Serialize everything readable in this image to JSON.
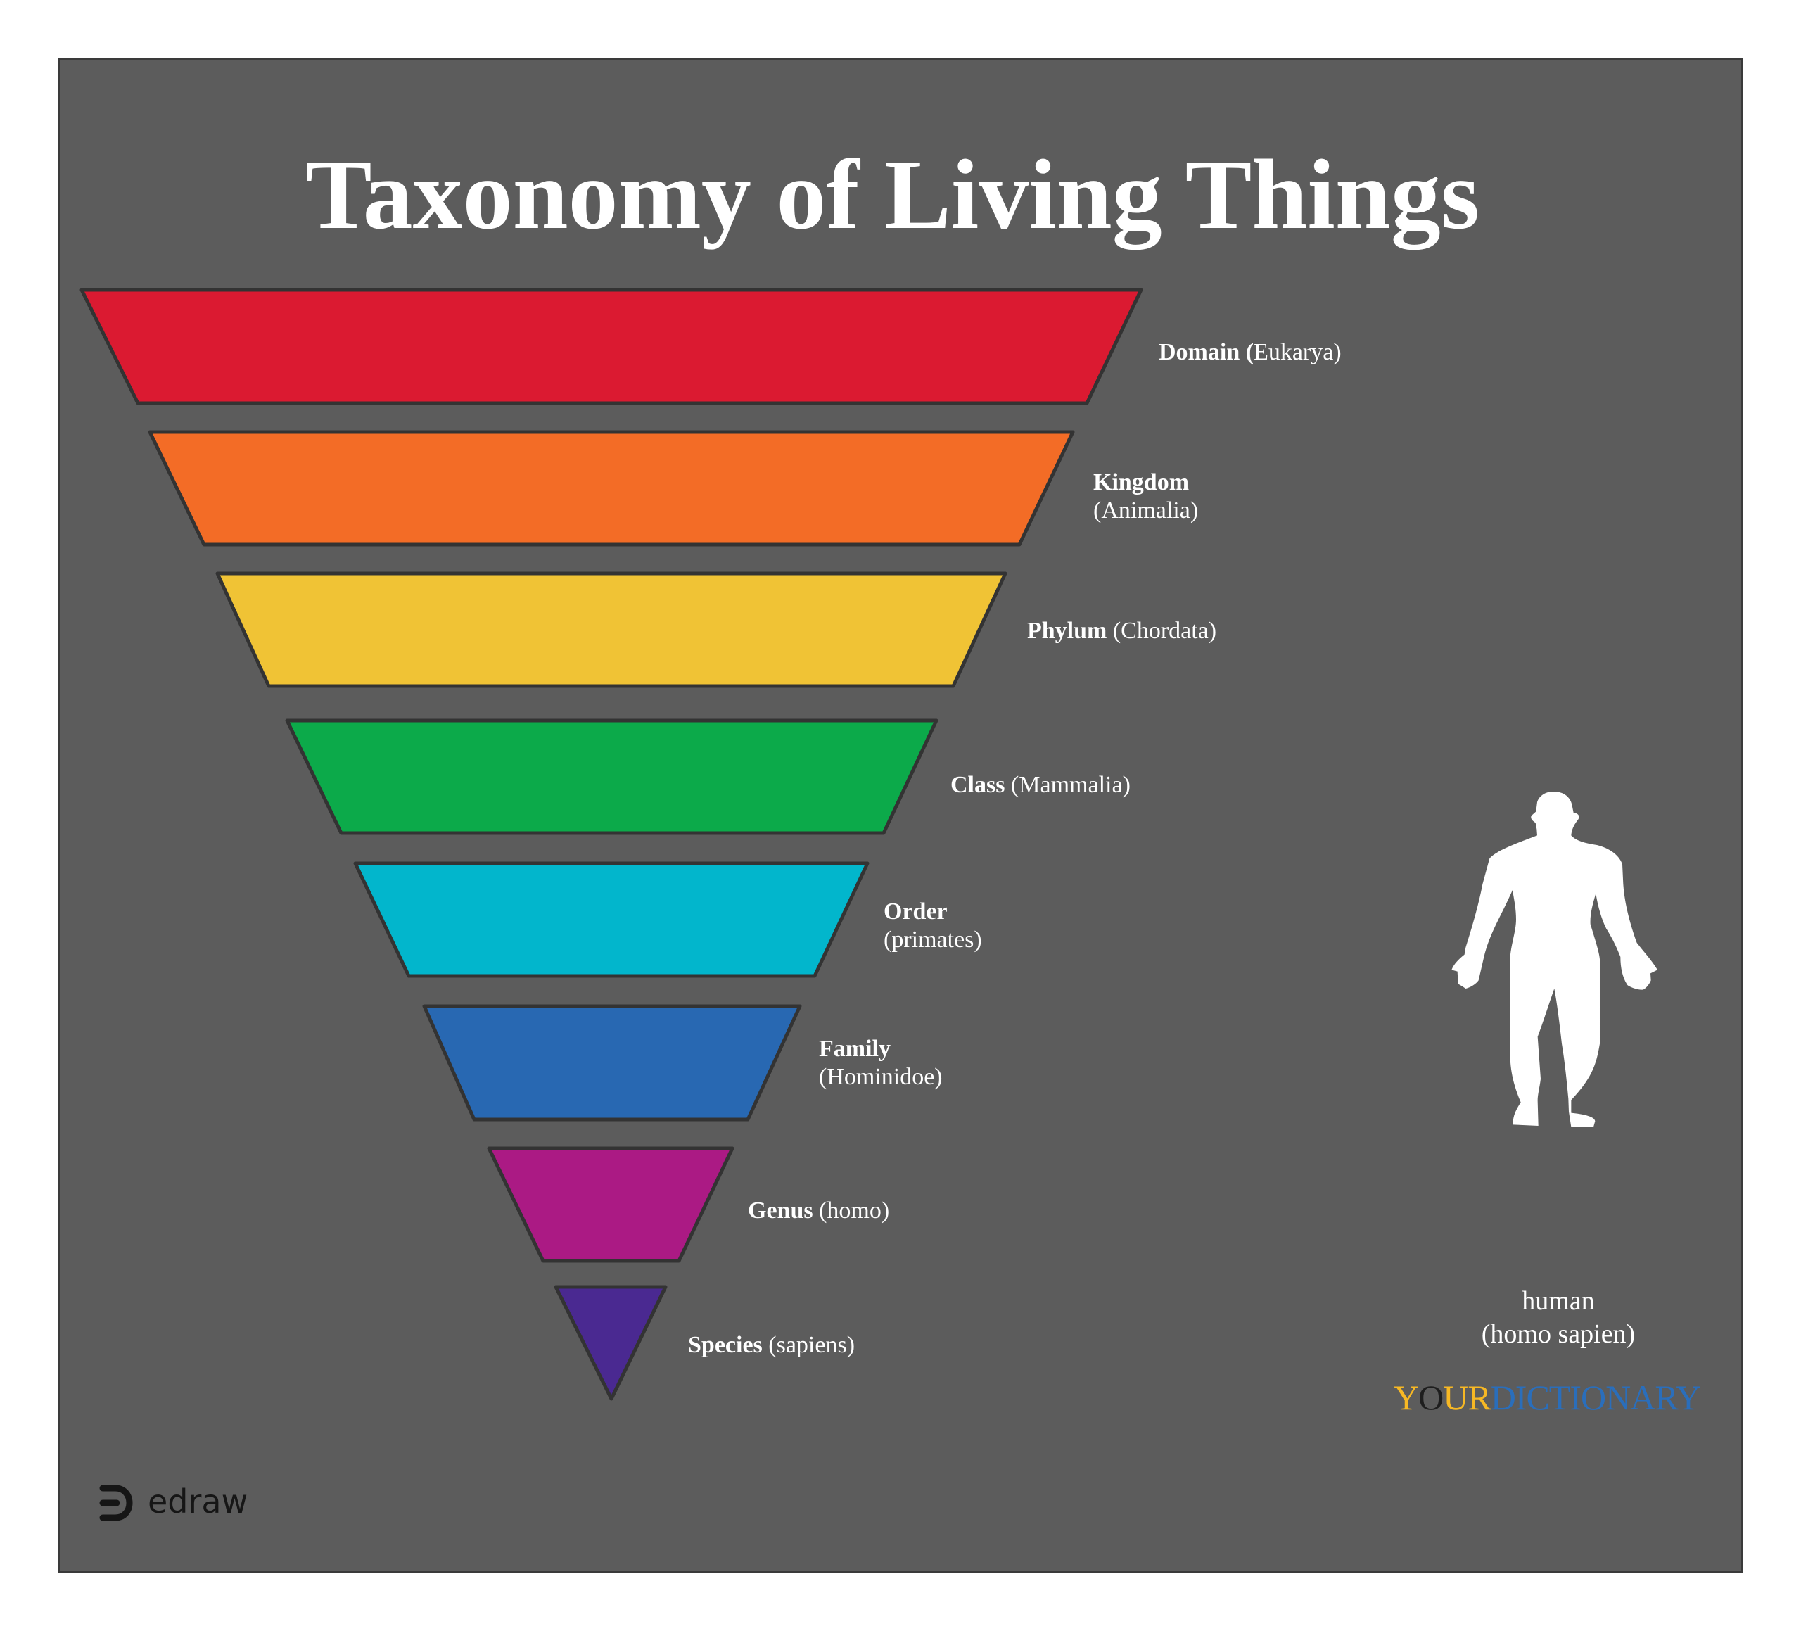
{
  "title": "Taxonomy of Living Things",
  "colors": {
    "background": "#5c5c5c",
    "border": "#3a3a3a",
    "stroke": "#333333",
    "text": "#ffffff"
  },
  "levels": [
    {
      "rank": "Domain (",
      "name": "Eukarya)",
      "color": "#db1a31",
      "layout": "inline"
    },
    {
      "rank": "Kingdom",
      "name": "(Animalia)",
      "color": "#f36c26",
      "layout": "stacked"
    },
    {
      "rank": "Phylum",
      "name": "(Chordata)",
      "color": "#f0c335",
      "layout": "inline"
    },
    {
      "rank": "Class",
      "name": "(Mammalia)",
      "color": "#0caa4a",
      "layout": "inline"
    },
    {
      "rank": "Order",
      "name": "(primates)",
      "color": "#02b6cc",
      "layout": "stacked"
    },
    {
      "rank": "Family",
      "name": "(Hominidoe)",
      "color": "#2868b2",
      "layout": "stacked"
    },
    {
      "rank": "Genus",
      "name": "(homo)",
      "color": "#ab1a84",
      "layout": "inline"
    },
    {
      "rank": "Species",
      "name": "(sapiens)",
      "color": "#4a2991",
      "layout": "inline"
    }
  ],
  "example": {
    "icon": "human-silhouette-icon",
    "line1": "human",
    "line2": "(homo sapien)"
  },
  "branding": {
    "yourdictionary": {
      "segments": [
        {
          "text": "Y",
          "color": "#f7b824"
        },
        {
          "text": "O",
          "color": "#1e1e1e"
        },
        {
          "text": "UR",
          "color": "#f7b824"
        },
        {
          "text": "DICTIONARY",
          "color": "#2a6ebb"
        }
      ]
    },
    "edraw": {
      "icon": "edraw-logo-icon",
      "text": "edraw"
    }
  }
}
